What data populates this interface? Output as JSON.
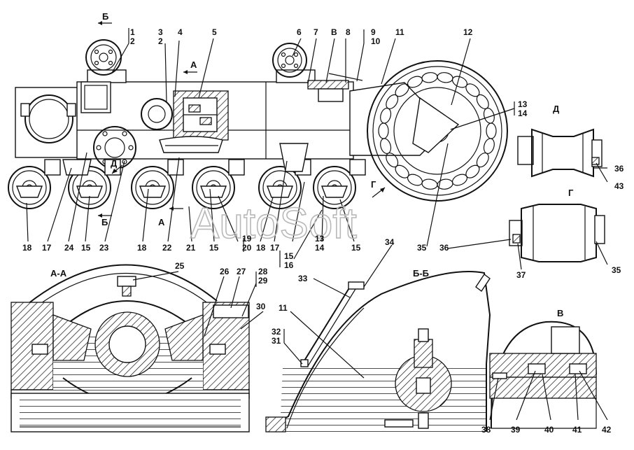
{
  "callouts": {
    "n1": "1",
    "n2": "2",
    "n3": "3",
    "n2b": "2",
    "n4": "4",
    "n5": "5",
    "n6": "6",
    "n7": "7",
    "v": "В",
    "n8": "8",
    "n9": "9",
    "n10": "10",
    "n11": "11",
    "n12": "12",
    "n13": "13",
    "n14": "14",
    "d": "Д",
    "n36a": "36",
    "n43": "43",
    "g": "Г",
    "n35": "35",
    "n36b": "36",
    "n37": "37",
    "n35b": "35",
    "b_top": "Б",
    "a_top": "А",
    "d_mid": "Д",
    "g_mid": "Г",
    "b_bot": "Б",
    "a_bot": "А",
    "r18a": "18",
    "r17a": "17",
    "r24": "24",
    "r15a": "15",
    "r23": "23",
    "r18b": "18",
    "r22": "22",
    "r21": "21",
    "r15b": "15",
    "r19": "19",
    "r20": "20",
    "r18c": "18",
    "r17b": "17",
    "r13": "13",
    "r14": "14",
    "r15c": "15",
    "r15d": "15",
    "r16": "16",
    "r34": "34"
  },
  "sections": {
    "aa": "А-А",
    "bb": "Б-Б",
    "vv": "В"
  },
  "aa_callouts": {
    "n25": "25",
    "n26": "26",
    "n27": "27",
    "n28": "28",
    "n29": "29",
    "n30": "30"
  },
  "bb_callouts": {
    "n33": "33",
    "n11": "11",
    "n32": "32",
    "n31": "31"
  },
  "v_callouts": {
    "n38": "38",
    "n39": "39",
    "n40": "40",
    "n41": "41",
    "n42": "42"
  },
  "watermark": "AutoSoft"
}
